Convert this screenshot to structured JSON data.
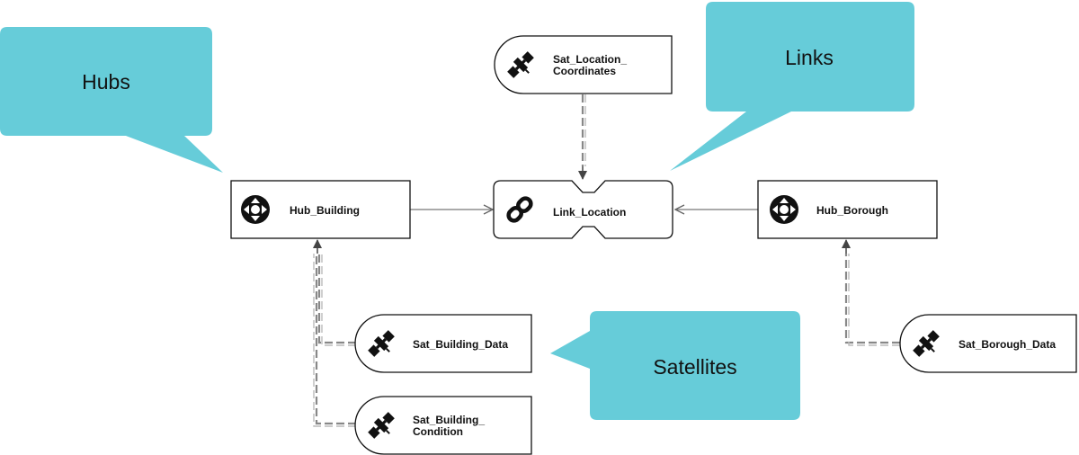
{
  "callouts": {
    "hubs": "Hubs",
    "links": "Links",
    "satellites": "Satellites"
  },
  "hubs": {
    "building": "Hub_Building",
    "borough": "Hub_Borough"
  },
  "link": {
    "location": "Link_Location"
  },
  "satellites": {
    "location_coordinates": [
      "Sat_Location_",
      "Coordinates"
    ],
    "building_data": "Sat_Building_Data",
    "building_condition": [
      "Sat_Building_",
      "Condition"
    ],
    "borough_data": "Sat_Borough_Data"
  },
  "icons": {
    "hub": "hub-icon",
    "link": "chain-link-icon",
    "satellite": "satellite-icon"
  },
  "colors": {
    "callout": "#66ccd9",
    "node_border": "#111111",
    "connector": "#777777",
    "dashed_connector": "#888888",
    "arrowhead": "#444444"
  }
}
